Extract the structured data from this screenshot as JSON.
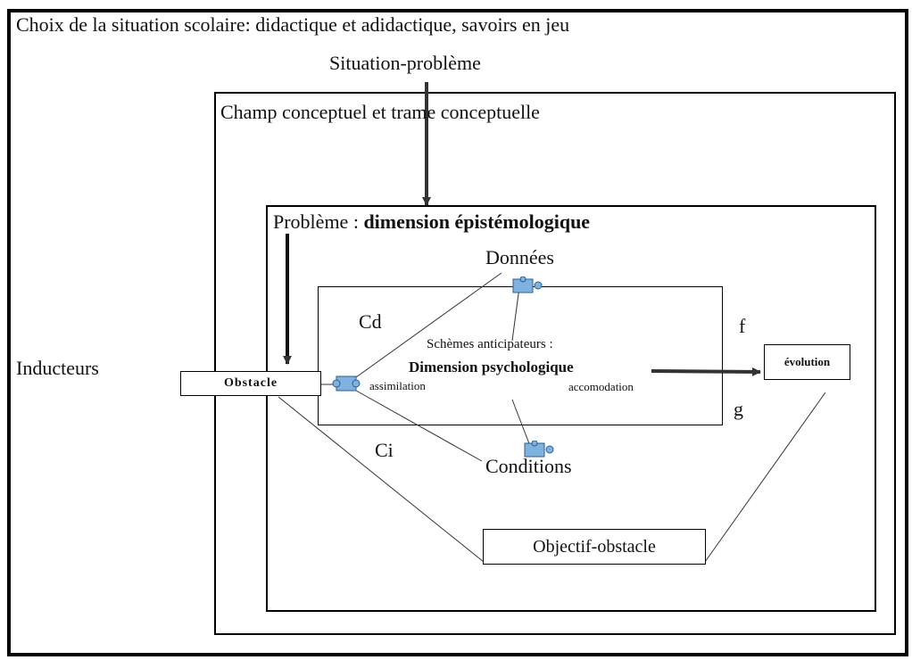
{
  "header": {
    "title": "Choix de la situation scolaire: didactique et adidactique, savoirs en jeu",
    "situation": "Situation-problème"
  },
  "champ": {
    "label": "Champ conceptuel et trame conceptuelle"
  },
  "probleme": {
    "label_prefix": "Problème : ",
    "label_bold": "dimension épistémologique"
  },
  "nodes": {
    "donnees": "Données",
    "conditions": "Conditions",
    "inducteurs": "Inducteurs",
    "obstacle": "Obstacle",
    "evolution": "évolution",
    "objectif": "Objectif-obstacle"
  },
  "schemes": {
    "line1": "Schèmes anticipateurs :",
    "line2": "Dimension psychologique",
    "assimilation": "assimilation",
    "accomodation": "accomodation"
  },
  "letters": {
    "cd": "Cd",
    "ci": "Ci",
    "f": "f",
    "g": "g"
  },
  "icons": {
    "puzzle_color": "#7fb2e0"
  }
}
